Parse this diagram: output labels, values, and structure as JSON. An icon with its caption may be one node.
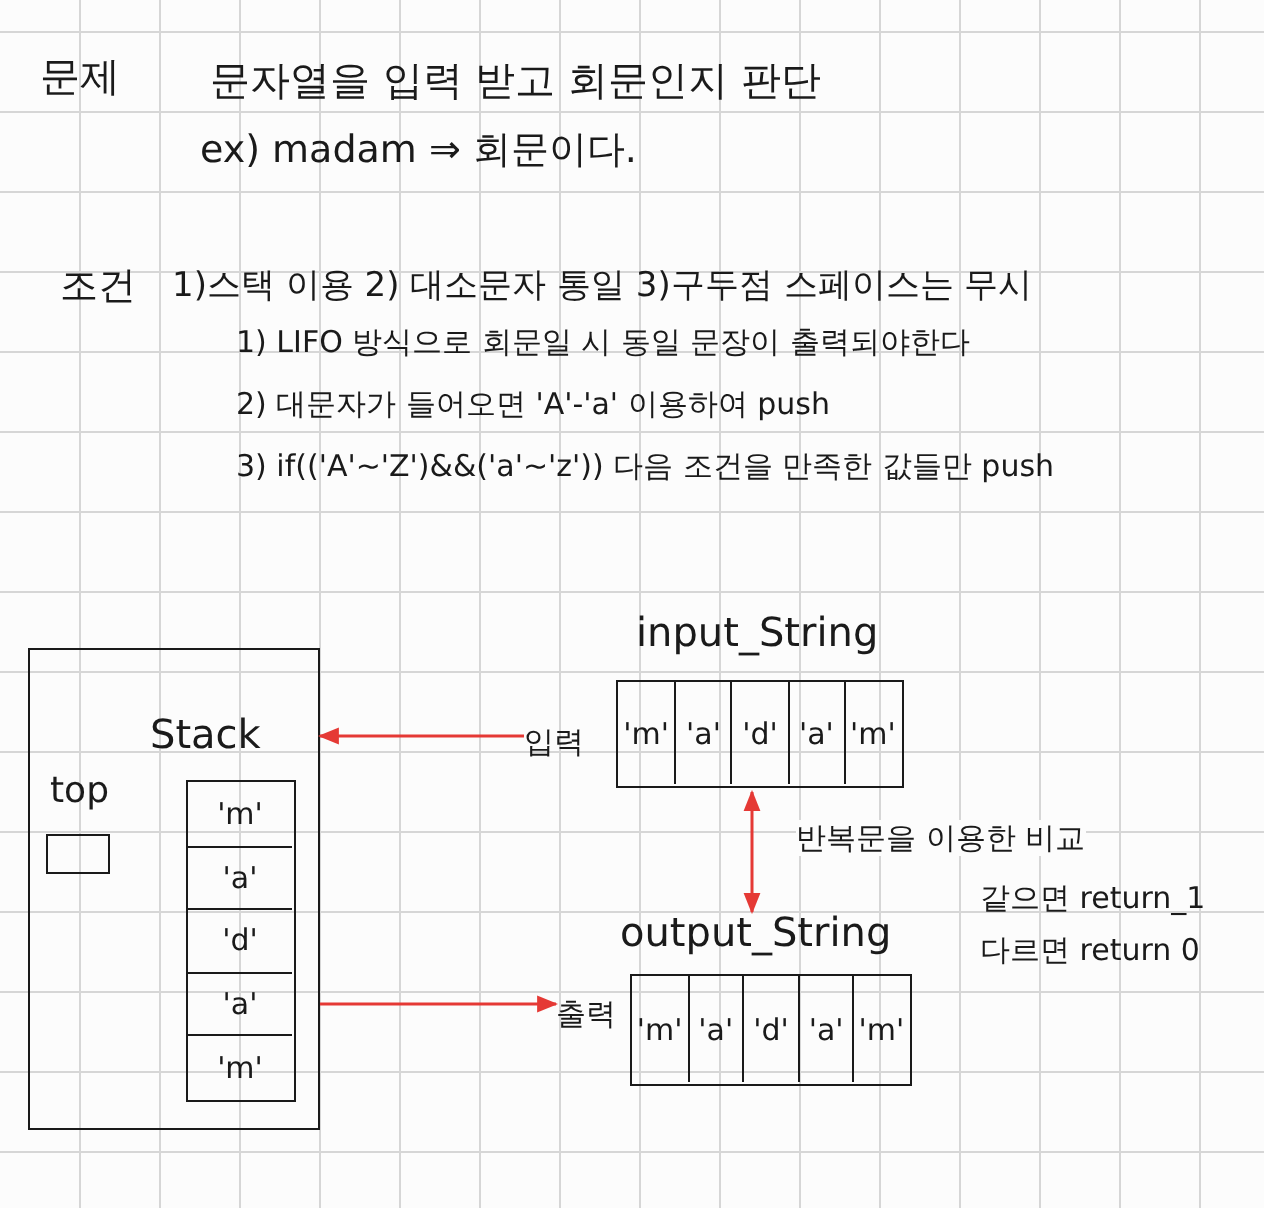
{
  "diagram": {
    "nodes": [
      {
        "text": [
          "Stack"
        ]
      },
      {
        "text": [
          "top"
        ],
        "in": 0
      },
      {
        "text": [],
        "shape": "box",
        "in": 0
      },
      {
        "text": [
          "'m'"
        ],
        "in": 2
      },
      {
        "text": [
          "'a'"
        ],
        "in": 2
      },
      {
        "text": [
          "'d'"
        ],
        "in": 2
      },
      {
        "text": [
          "'a'"
        ],
        "in": 2
      },
      {
        "text": [
          "'m'"
        ],
        "in": 2
      },
      {
        "text": [
          "input_String"
        ],
        "beside": [
          "입력"
        ]
      },
      {
        "text": [
          "'m'"
        ],
        "in": 8
      },
      {
        "text": [
          "'a'"
        ],
        "in": 8
      },
      {
        "text": [
          "'d'"
        ],
        "in": 8
      },
      {
        "text": [
          "'a'"
        ],
        "in": 8
      },
      {
        "text": [
          "'m'"
        ],
        "in": 8
      },
      {
        "text": [
          "output_String"
        ],
        "beside": [
          "출력"
        ]
      },
      {
        "text": [
          "'m'"
        ],
        "in": 14
      },
      {
        "text": [
          "'a'"
        ],
        "in": 14
      },
      {
        "text": [
          "'d'"
        ],
        "in": 14
      },
      {
        "text": [
          "'a'"
        ],
        "in": 14
      },
      {
        "text": [
          "'m'"
        ],
        "in": 14
      }
    ],
    "edges": [
      {
        "from": 8,
        "to": 0,
        "arrow": "to"
      },
      {
        "from": 0,
        "to": 14,
        "arrow": "to"
      },
      {
        "from": 8,
        "to": 14,
        "arrow": "both",
        "label": "반복문을 이용한 비교"
      }
    ],
    "labels": [
      "문제",
      "문자열을 입력 받고 회문인지 판단",
      "ex) madam ⇒ 회문이다.",
      "조건",
      "1)스택 이용 2) 대소문자 통일 3)구두점 스페이스는 무시",
      "1) LIFO 방식으로 회문일 시 동일 문장이 출력되야한다",
      "2) 대문자가 들어오면 'A'-'a' 이용하여 push",
      "3) if(('A'~'Z')&&('a'~'z')) 다음 조건을 만족한 값들만 push",
      "같으면 return_1",
      "다르면 return 0"
    ]
  }
}
